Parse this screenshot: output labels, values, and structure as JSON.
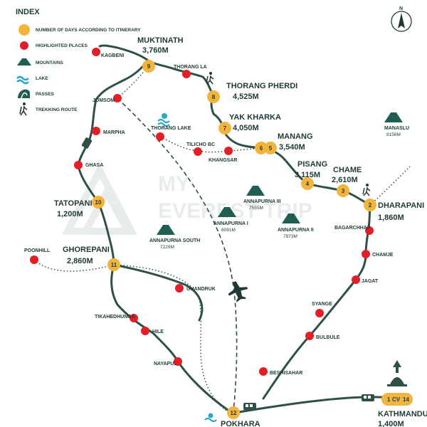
{
  "index": {
    "title": "INDEX",
    "items": [
      {
        "label": "NUMBER OF DAYS ACCORDING TO ITINERARY",
        "icon": "day-circle-icon"
      },
      {
        "label": "HIGHLIGHTED PLACES",
        "icon": "red-dot-icon"
      },
      {
        "label": "MOUNTAINS",
        "icon": "mountain-icon"
      },
      {
        "label": "LAKE",
        "icon": "lake-icon"
      },
      {
        "label": "PASSES",
        "icon": "pass-icon"
      },
      {
        "label": "TREKKING ROUTE",
        "icon": "trekker-icon"
      }
    ]
  },
  "compass": {
    "label": "N"
  },
  "watermark": {
    "line1": "MY",
    "line2": "EVEREST TRIP"
  },
  "colors": {
    "route": "#2f4f49",
    "day": "#f2b43c",
    "place": "#e41e26",
    "mountain": "#1f5e51",
    "lake": "#2aa7c9"
  },
  "stops": {
    "muktinath": {
      "name": "MUKTINATH",
      "elev": "3,760M"
    },
    "thorang_pherdi": {
      "name": "THORANG PHERDI",
      "elev": "4,525M"
    },
    "yak_kharka": {
      "name": "YAK KHARKA",
      "elev": "4,050M"
    },
    "manang": {
      "name": "MANANG",
      "elev": "3,540M"
    },
    "pisang": {
      "name": "PISANG",
      "elev": "3,115M"
    },
    "chame": {
      "name": "CHAME",
      "elev": "2,610M"
    },
    "dharapani": {
      "name": "DHARAPANI",
      "elev": "1,860M"
    },
    "tatopani": {
      "name": "TATOPANI",
      "elev": "1,200M"
    },
    "ghorepani": {
      "name": "GHOREPANI",
      "elev": "2,860M"
    },
    "kathmandu": {
      "name": "KATHMANDU",
      "elev": "1,400M"
    },
    "pokhara": {
      "name": "POKHARA"
    }
  },
  "days": [
    "1",
    "2",
    "3",
    "4",
    "5",
    "6",
    "7",
    "8",
    "9",
    "10",
    "11",
    "12",
    "CV",
    "14"
  ],
  "places": {
    "kagbeni": "KAGBENI",
    "thorang_la": "THORANG LA",
    "jomsom": "JOMSOM",
    "marpha": "MARPHA",
    "ghasa": "GHASA",
    "thorang_lake": "THORANG LAKE",
    "tilicho_bc": "TILICHO BC",
    "khangsar": "KHANGSAR",
    "poonhill": "POONHILL",
    "bagarchhap": "BAGARCHHAP",
    "chamje": "CHAMJE",
    "jagat": "JAGAT",
    "syange": "SYANGE",
    "bulbule": "BULBULE",
    "beshisahar": "BESHISAHAR",
    "ghandruk": "GHANDRUK",
    "tikahedhunga": "TIKAHEDHUNGA",
    "hile": "HILE",
    "nayapul": "NAYAPUL"
  },
  "mountains": {
    "manaslu": {
      "name": "MANASLU",
      "elev": "8156M"
    },
    "annapurna_iii": {
      "name": "ANNAPURNA III",
      "elev": "7555M"
    },
    "annapurna_i": {
      "name": "ANNAPURNA I",
      "elev": "8091M"
    },
    "annapurna_ii": {
      "name": "ANNAPURNA II",
      "elev": "7973M"
    },
    "annapurna_south": {
      "name": "ANNAPURNA SOUTH",
      "elev": "7229M"
    }
  }
}
